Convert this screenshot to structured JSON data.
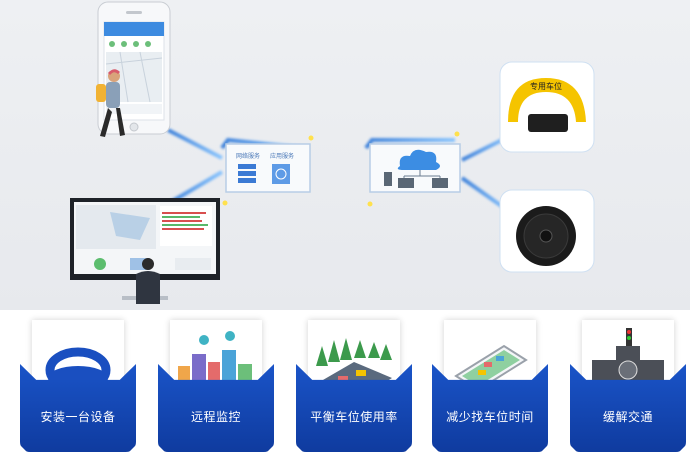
{
  "server_box": {
    "label_left": "网络服务",
    "label_right": "应用服务"
  },
  "features": [
    {
      "label": "安装一台设备",
      "icon": "ring-sensor-icon"
    },
    {
      "label": "远程监控",
      "icon": "city-monitor-icon"
    },
    {
      "label": "平衡车位使用率",
      "icon": "parking-lot-icon"
    },
    {
      "label": "减少找车位时间",
      "icon": "phone-parking-icon"
    },
    {
      "label": "缓解交通",
      "icon": "intersection-icon"
    }
  ],
  "lock_text": "专用车位",
  "colors": {
    "accent": "#1a54c8",
    "glow": "#4aa3ff",
    "lock_yellow": "#f5c400"
  }
}
